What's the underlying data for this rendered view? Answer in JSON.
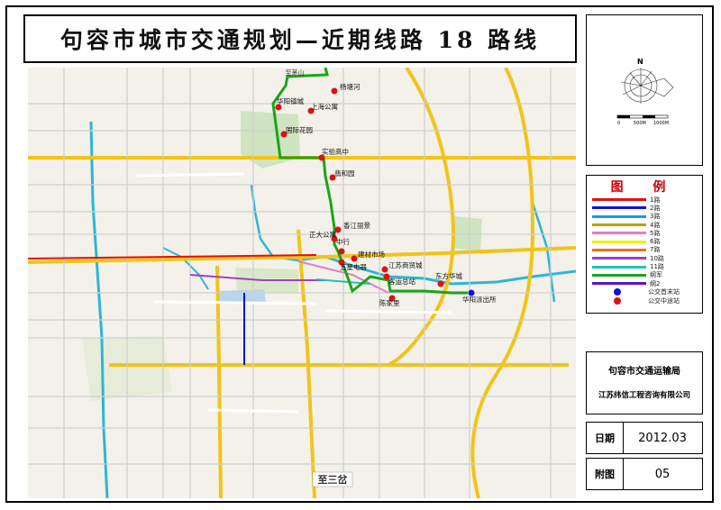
{
  "title": "句容市城市交通规划—近期线路 18 路线",
  "compass": {
    "north_label": "N",
    "scale_ticks": [
      "0",
      "500M",
      "1000M"
    ]
  },
  "map": {
    "place_labels": [
      "至茅山",
      "至三岔"
    ],
    "stops": [
      "杨塘河",
      "华阳镇城",
      "上海公寓",
      "国际花园",
      "实验高中",
      "翡和园",
      "香江丽景",
      "正大公寓",
      "中行",
      "五星电器",
      "建材市场",
      "江苏商贸城",
      "客运总站",
      "东方华城",
      "陈家里",
      "华阳派出所"
    ],
    "route_color": "#1aa51a"
  },
  "legend": {
    "title": "图 例",
    "items": [
      {
        "label": "1路",
        "color": "#e01010"
      },
      {
        "label": "2路",
        "color": "#1010e0"
      },
      {
        "label": "3路",
        "color": "#10a0e0"
      },
      {
        "label": "4路",
        "color": "#c0a000"
      },
      {
        "label": "5路",
        "color": "#e080c0"
      },
      {
        "label": "6路",
        "color": "#f0f000"
      },
      {
        "label": "7路",
        "color": "#f07020"
      },
      {
        "label": "10路",
        "color": "#a040c0"
      },
      {
        "label": "11路",
        "color": "#20c0c0"
      },
      {
        "label": "纲军",
        "color": "#20a020"
      },
      {
        "label": "纲2",
        "color": "#6010c0"
      }
    ],
    "markers": [
      {
        "label": "公交首末站",
        "color": "#1010e0"
      },
      {
        "label": "公交中途站",
        "color": "#e01010"
      }
    ]
  },
  "bureau": "句容市交通运输局",
  "company": "江苏纬信工程咨询有限公司",
  "date_label": "日期",
  "date_value": "2012.03",
  "fig_label": "附图",
  "fig_value": "05"
}
